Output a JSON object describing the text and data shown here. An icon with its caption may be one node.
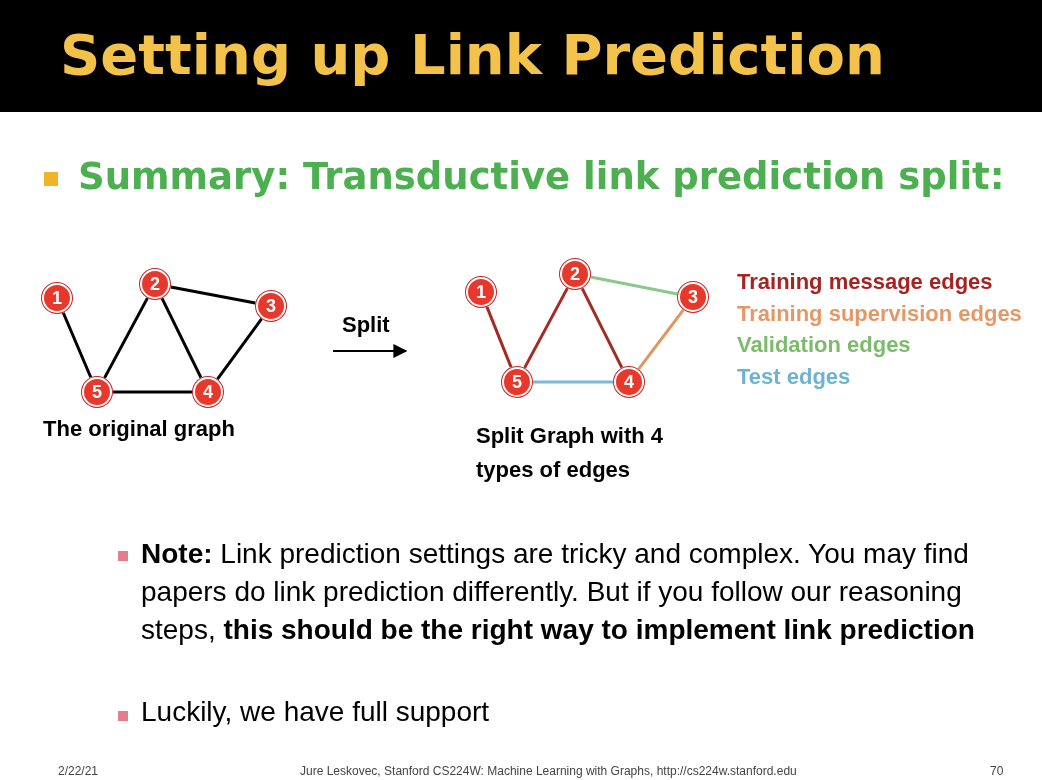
{
  "diagram": {
    "title": "Setting up Link Prediction",
    "nodes": [
      {
        "text": [
          "1"
        ]
      },
      {
        "text": [
          "2"
        ]
      },
      {
        "text": [
          "3"
        ]
      },
      {
        "text": [
          "5"
        ]
      },
      {
        "text": [
          "4"
        ]
      },
      {
        "text": [
          "1"
        ]
      },
      {
        "text": [
          "2"
        ]
      },
      {
        "text": [
          "3"
        ]
      },
      {
        "text": [
          "5"
        ]
      },
      {
        "text": [
          "4"
        ]
      }
    ],
    "edges": [
      {
        "from": 0,
        "to": 3,
        "arrow": "none"
      },
      {
        "from": 3,
        "to": 1,
        "arrow": "none"
      },
      {
        "from": 1,
        "to": 4,
        "arrow": "none"
      },
      {
        "from": 1,
        "to": 2,
        "arrow": "none"
      },
      {
        "from": 2,
        "to": 4,
        "arrow": "none"
      },
      {
        "from": 3,
        "to": 4,
        "arrow": "none"
      },
      {
        "from": 5,
        "to": 8,
        "arrow": "none",
        "color": "#a52a24"
      },
      {
        "from": 8,
        "to": 6,
        "arrow": "none",
        "color": "#a52a24"
      },
      {
        "from": 6,
        "to": 9,
        "arrow": "none",
        "color": "#a52a24"
      },
      {
        "from": 6,
        "to": 7,
        "arrow": "none",
        "color": "#8cc78c"
      },
      {
        "from": 7,
        "to": 9,
        "arrow": "none",
        "color": "#e0965e"
      },
      {
        "from": 8,
        "to": 9,
        "arrow": "none",
        "color": "#7ab8d6"
      }
    ],
    "labels": [
      "Summary: Transductive link prediction split:",
      "Split",
      "The original graph",
      "Split Graph with 4 types of edges",
      "**Note:** Link prediction settings are tricky and complex. You may find papers do link prediction differently. But if you follow our reasoning steps, **this should be the right way to implement link prediction**",
      "Luckily, we have full support",
      "2/22/21",
      "Jure Leskovec, Stanford CS224W: Machine Learning with Graphs, http://cs224w.stanford.edu",
      "70"
    ],
    "legend": [
      {
        "text": "Training message edges",
        "color": "#a52422"
      },
      {
        "text": "Training supervision edges",
        "color": "#e59866"
      },
      {
        "text": "Validation edges",
        "color": "#7dbb6c"
      },
      {
        "text": "Test edges",
        "color": "#6fb3d2"
      }
    ]
  }
}
